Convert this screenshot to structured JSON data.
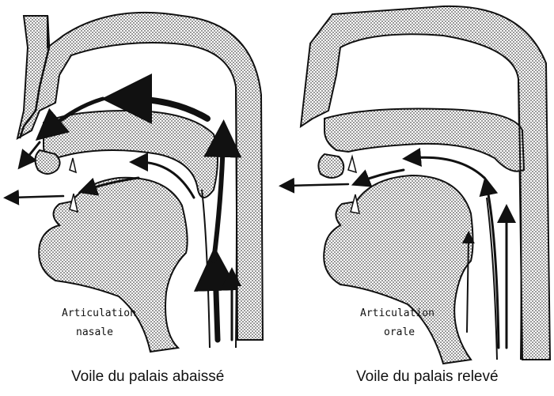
{
  "left_panel": {
    "inner_label_line1": "Articulation",
    "inner_label_line2": "nasale",
    "caption": "Voile du palais abaissé"
  },
  "right_panel": {
    "inner_label_line1": "Articulation",
    "inner_label_line2": "orale",
    "caption": "Voile du palais relevé"
  },
  "colors": {
    "ink": "#111111",
    "stipple": "#444444",
    "background": "#ffffff"
  }
}
